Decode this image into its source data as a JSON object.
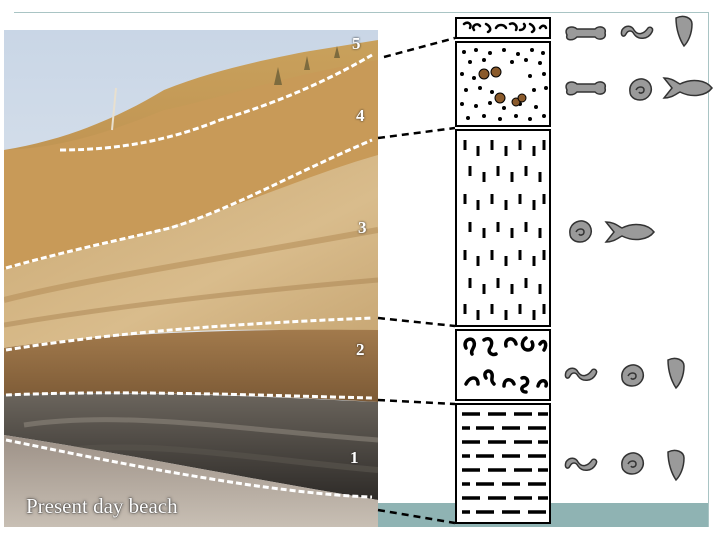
{
  "layers": [
    {
      "number": "5"
    },
    {
      "number": "4"
    },
    {
      "number": "3"
    },
    {
      "number": "2"
    },
    {
      "number": "1"
    }
  ],
  "caption": "Present day beach",
  "colors": {
    "frame_teal": "#8fb3b3",
    "boundary_line": "#ffffff",
    "fossil_fill": "#9a9a9a",
    "pebble": "#8a5a2b",
    "sky": "#dfe7f1",
    "cliff_light": "#d2b07a",
    "cliff_dark": "#6a4a2c",
    "rock_base": "#3d3a36"
  },
  "fossil_rows": [
    {
      "layer": "5",
      "icons": [
        "bone-icon",
        "worm-icon",
        "tooth-icon"
      ]
    },
    {
      "layer": "4",
      "icons": [
        "bone-icon",
        "snail-shell-icon",
        "fish-icon"
      ]
    },
    {
      "layer": "3",
      "icons": [
        "snail-shell-icon",
        "fish-icon"
      ]
    },
    {
      "layer": "2",
      "icons": [
        "worm-icon",
        "snail-shell-icon",
        "tooth-icon"
      ]
    },
    {
      "layer": "1",
      "icons": [
        "worm-icon",
        "snail-shell-icon",
        "tooth-icon"
      ]
    }
  ],
  "column_patterns": [
    "fragments",
    "dots-with-pebbles",
    "vertical-dashes",
    "curved-fragments",
    "horizontal-dashes"
  ]
}
